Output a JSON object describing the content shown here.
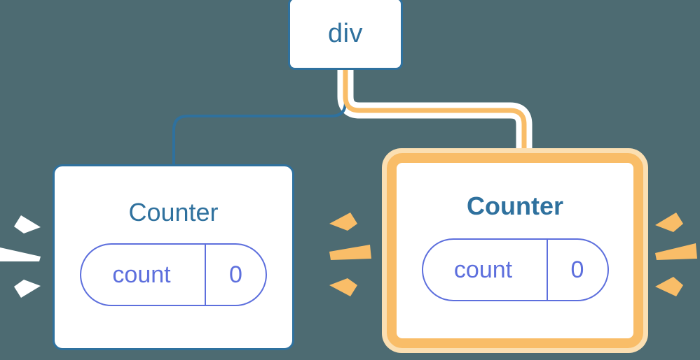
{
  "theme": {
    "background": "#4d6b72",
    "blue": "#2f719e",
    "orange": "#f9bd68",
    "orange_glow": "#fbdfb2",
    "pill_purple": "#5d6fdd",
    "white": "#ffffff"
  },
  "tree": {
    "root": {
      "label": "div",
      "type": "dom-element"
    },
    "children": [
      {
        "label": "Counter",
        "highlighted": false,
        "emphasis": "normal",
        "sparkle_color": "#ffffff",
        "state": {
          "key": "count",
          "value": "0"
        }
      },
      {
        "label": "Counter",
        "highlighted": true,
        "emphasis": "bold",
        "sparkle_color": "#f9bd68",
        "state": {
          "key": "count",
          "value": "0"
        }
      }
    ]
  },
  "connectors": [
    {
      "name": "div-to-counter-left",
      "color": "#2f719e",
      "width": 4,
      "halo": false
    },
    {
      "name": "div-to-counter-right",
      "color": "#f9bd68",
      "width": 7,
      "halo": true,
      "halo_color": "#ffffff"
    }
  ],
  "sparkles": [
    {
      "name": "sparkle-left-of-left-counter",
      "color": "#ffffff",
      "rays": 3,
      "direction": "left"
    },
    {
      "name": "sparkle-right-of-left-counter",
      "color": "#f9bd68",
      "rays": 3,
      "direction": "right"
    },
    {
      "name": "sparkle-right-of-right-counter",
      "color": "#f9bd68",
      "rays": 3,
      "direction": "right"
    }
  ]
}
